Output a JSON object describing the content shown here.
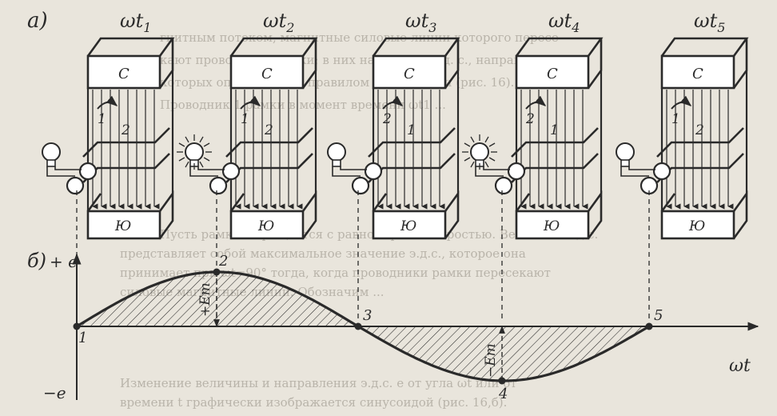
{
  "panel_a_label": "а)",
  "panel_b_label": "б)",
  "frames": [
    {
      "time_label": "ωt",
      "time_sub": "1",
      "top_pole": "С",
      "bottom_pole": "Ю",
      "side_top": "1",
      "side_bottom": "2",
      "lamp_lit": false
    },
    {
      "time_label": "ωt",
      "time_sub": "2",
      "top_pole": "С",
      "bottom_pole": "Ю",
      "side_top": "1",
      "side_bottom": "2",
      "lamp_lit": true
    },
    {
      "time_label": "ωt",
      "time_sub": "3",
      "top_pole": "С",
      "bottom_pole": "Ю",
      "side_top": "2",
      "side_bottom": "1",
      "lamp_lit": false
    },
    {
      "time_label": "ωt",
      "time_sub": "4",
      "top_pole": "С",
      "bottom_pole": "Ю",
      "side_top": "2",
      "side_bottom": "1",
      "lamp_lit": true
    },
    {
      "time_label": "ωt",
      "time_sub": "5",
      "top_pole": "С",
      "bottom_pole": "Ю",
      "side_top": "1",
      "side_bottom": "2",
      "lamp_lit": false
    }
  ],
  "graph": {
    "y_pos_label": "+ e",
    "y_neg_label": "−e",
    "x_label": "ωt",
    "amp_pos_label": "+Em",
    "amp_neg_label": "−Em",
    "points": [
      "1",
      "2",
      "3",
      "4",
      "5"
    ]
  },
  "background_text": [
    "гнитным потоком, магнитные силовые линии которого пересе-",
    "кают проводники рамки; в них наводятся э. д. с., направление",
    "которых определяется правилом правой руки (рис. 16).",
    "Проводник 1 рамки в момент времени ωt1 ...",
    "Пусть рамка 1 вращается с равномерной скоростью. Величина э.д.с.",
    "представляет собой максимальное значение э.д.с., которое она",
    "принимает при ωt=90° тогда, когда проводники рамки пересекают",
    "силовые магнитные линии. Обозначим ...",
    "Изменение величины и направления э.д.с. e от угла ωt или от",
    "времени t графически изображается синусоидой (рис. 16,б)."
  ]
}
